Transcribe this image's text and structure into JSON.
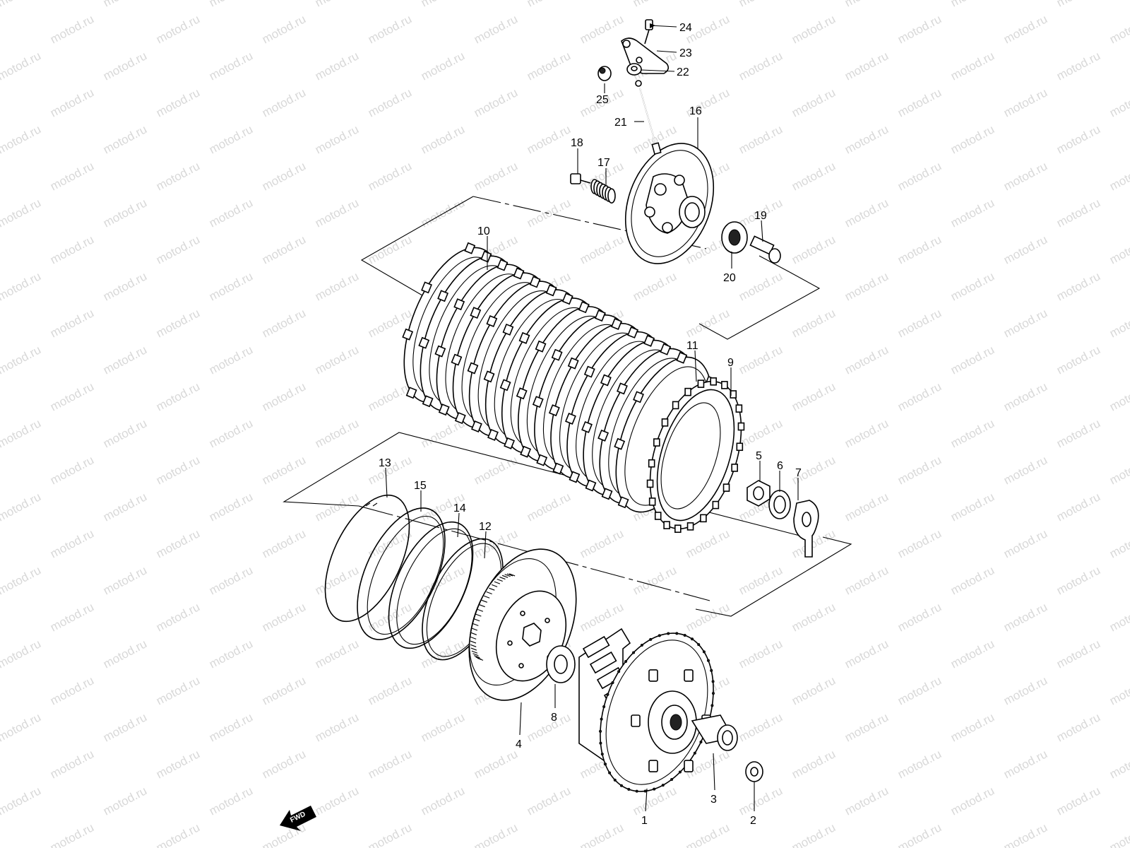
{
  "watermark": "motod.ru",
  "fwd_label": "FWD",
  "callouts": [
    {
      "id": "24",
      "text": "24"
    },
    {
      "id": "23",
      "text": "23"
    },
    {
      "id": "22",
      "text": "22"
    },
    {
      "id": "25",
      "text": "25"
    },
    {
      "id": "21",
      "text": "21"
    },
    {
      "id": "16",
      "text": "16"
    },
    {
      "id": "18",
      "text": "18"
    },
    {
      "id": "17",
      "text": "17"
    },
    {
      "id": "19",
      "text": "19"
    },
    {
      "id": "20",
      "text": "20"
    },
    {
      "id": "10",
      "text": "10"
    },
    {
      "id": "11",
      "text": "11"
    },
    {
      "id": "9",
      "text": "9"
    },
    {
      "id": "5",
      "text": "5"
    },
    {
      "id": "6",
      "text": "6"
    },
    {
      "id": "7",
      "text": "7"
    },
    {
      "id": "13",
      "text": "13"
    },
    {
      "id": "15",
      "text": "15"
    },
    {
      "id": "14",
      "text": "14"
    },
    {
      "id": "12",
      "text": "12"
    },
    {
      "id": "8",
      "text": "8"
    },
    {
      "id": "4",
      "text": "4"
    },
    {
      "id": "3",
      "text": "3"
    },
    {
      "id": "2",
      "text": "2"
    },
    {
      "id": "1",
      "text": "1"
    }
  ],
  "colors": {
    "ink": "#000000",
    "watermark": "#d8d8d8",
    "background": "#ffffff"
  }
}
